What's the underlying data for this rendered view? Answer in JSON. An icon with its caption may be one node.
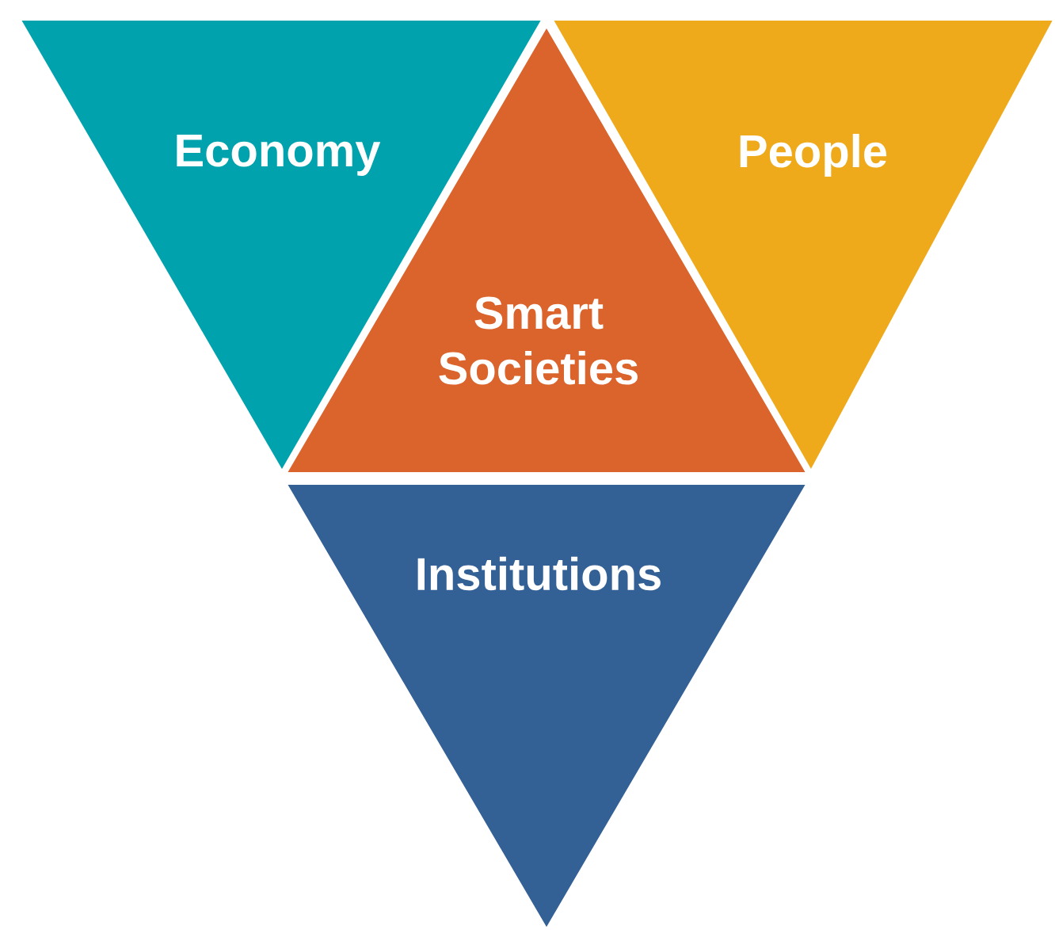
{
  "diagram": {
    "nodes": [
      {
        "text": [
          "Economy"
        ]
      },
      {
        "text": [
          "People"
        ]
      },
      {
        "text": [
          "Smart Societies"
        ]
      },
      {
        "text": [
          "Institutions"
        ]
      }
    ]
  }
}
